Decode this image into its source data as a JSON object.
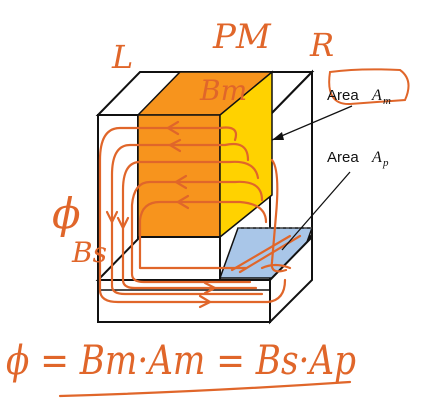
{
  "labels": {
    "pm": "PM",
    "left": "L",
    "right": "R",
    "bm": "Bm",
    "bs": "Bs",
    "phi": "ϕ"
  },
  "callouts": {
    "area_m_prefix": "Area",
    "area_m_symbol": "A",
    "area_m_sub": "m",
    "area_p_prefix": "Area",
    "area_p_symbol": "A",
    "area_p_sub": "p"
  },
  "equation": "ϕ = Bm·Am = Bs·Ap",
  "colors": {
    "magnet": "#f7941d",
    "magnet_side": "#ffd200",
    "pole_area": "#a9c6e8",
    "ink": "#e0662a",
    "outline": "#111111"
  }
}
